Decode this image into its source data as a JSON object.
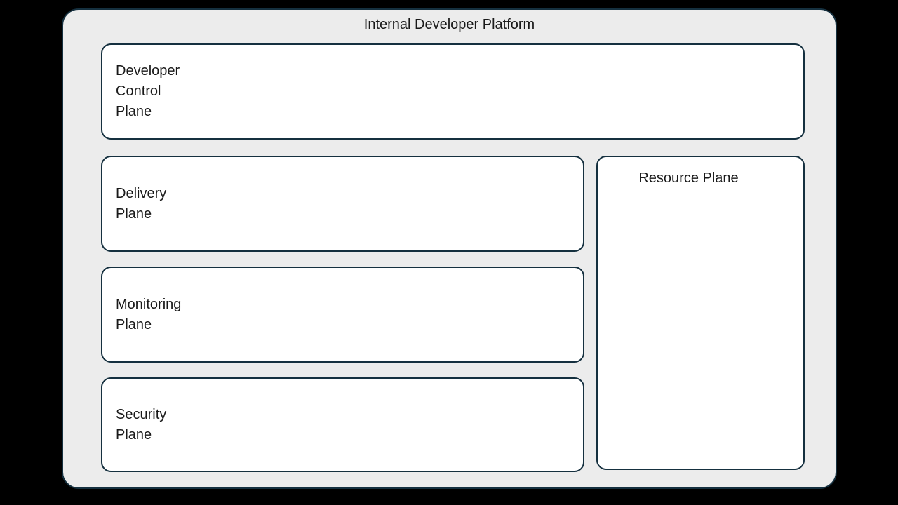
{
  "diagram": {
    "title": "Internal Developer Platform",
    "planes": {
      "developer_control": {
        "label": "Developer\nControl\nPlane"
      },
      "delivery": {
        "label": "Delivery\nPlane"
      },
      "monitoring": {
        "label": "Monitoring\nPlane"
      },
      "security": {
        "label": "Security\nPlane"
      },
      "resource": {
        "label": "Resource Plane"
      }
    },
    "colors": {
      "background": "#000000",
      "surface": "#ececec",
      "box_fill": "#ffffff",
      "outline": "#15303f",
      "text": "#191919"
    }
  }
}
